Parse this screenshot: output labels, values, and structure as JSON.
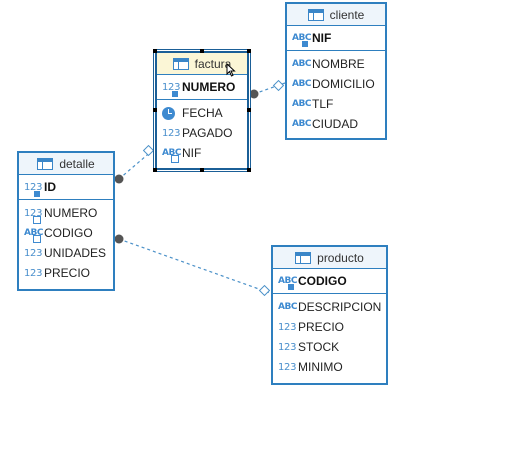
{
  "entities": {
    "factura": {
      "title": "factura",
      "pk": {
        "icon": "123",
        "name": "NUMERO"
      },
      "columns": [
        {
          "icon": "clock-icon",
          "name": "FECHA"
        },
        {
          "icon": "123",
          "name": "PAGADO"
        },
        {
          "icon": "ABC",
          "name": "NIF"
        }
      ]
    },
    "cliente": {
      "title": "cliente",
      "pk": {
        "icon": "ABC",
        "name": "NIF"
      },
      "columns": [
        {
          "icon": "ABC",
          "name": "NOMBRE"
        },
        {
          "icon": "ABC",
          "name": "DOMICILIO"
        },
        {
          "icon": "ABC",
          "name": "TLF"
        },
        {
          "icon": "ABC",
          "name": "CIUDAD"
        }
      ]
    },
    "detalle": {
      "title": "detalle",
      "pk": {
        "icon": "123",
        "name": "ID"
      },
      "columns": [
        {
          "icon": "123",
          "name": "NUMERO"
        },
        {
          "icon": "ABC",
          "name": "CODIGO"
        },
        {
          "icon": "123",
          "name": "UNIDADES"
        },
        {
          "icon": "123",
          "name": "PRECIO"
        }
      ]
    },
    "producto": {
      "title": "producto",
      "pk": {
        "icon": "ABC",
        "name": "CODIGO"
      },
      "columns": [
        {
          "icon": "ABC",
          "name": "DESCRIPCION"
        },
        {
          "icon": "123",
          "name": "PRECIO"
        },
        {
          "icon": "123",
          "name": "STOCK"
        },
        {
          "icon": "123",
          "name": "MINIMO"
        }
      ]
    }
  },
  "relationships": [
    {
      "from": "factura",
      "to": "cliente"
    },
    {
      "from": "detalle",
      "to": "factura"
    },
    {
      "from": "detalle",
      "to": "producto"
    }
  ],
  "colors": {
    "border": "#2e7fbf",
    "link": "#4a90c8",
    "selected_header": "#fbf6d6"
  }
}
